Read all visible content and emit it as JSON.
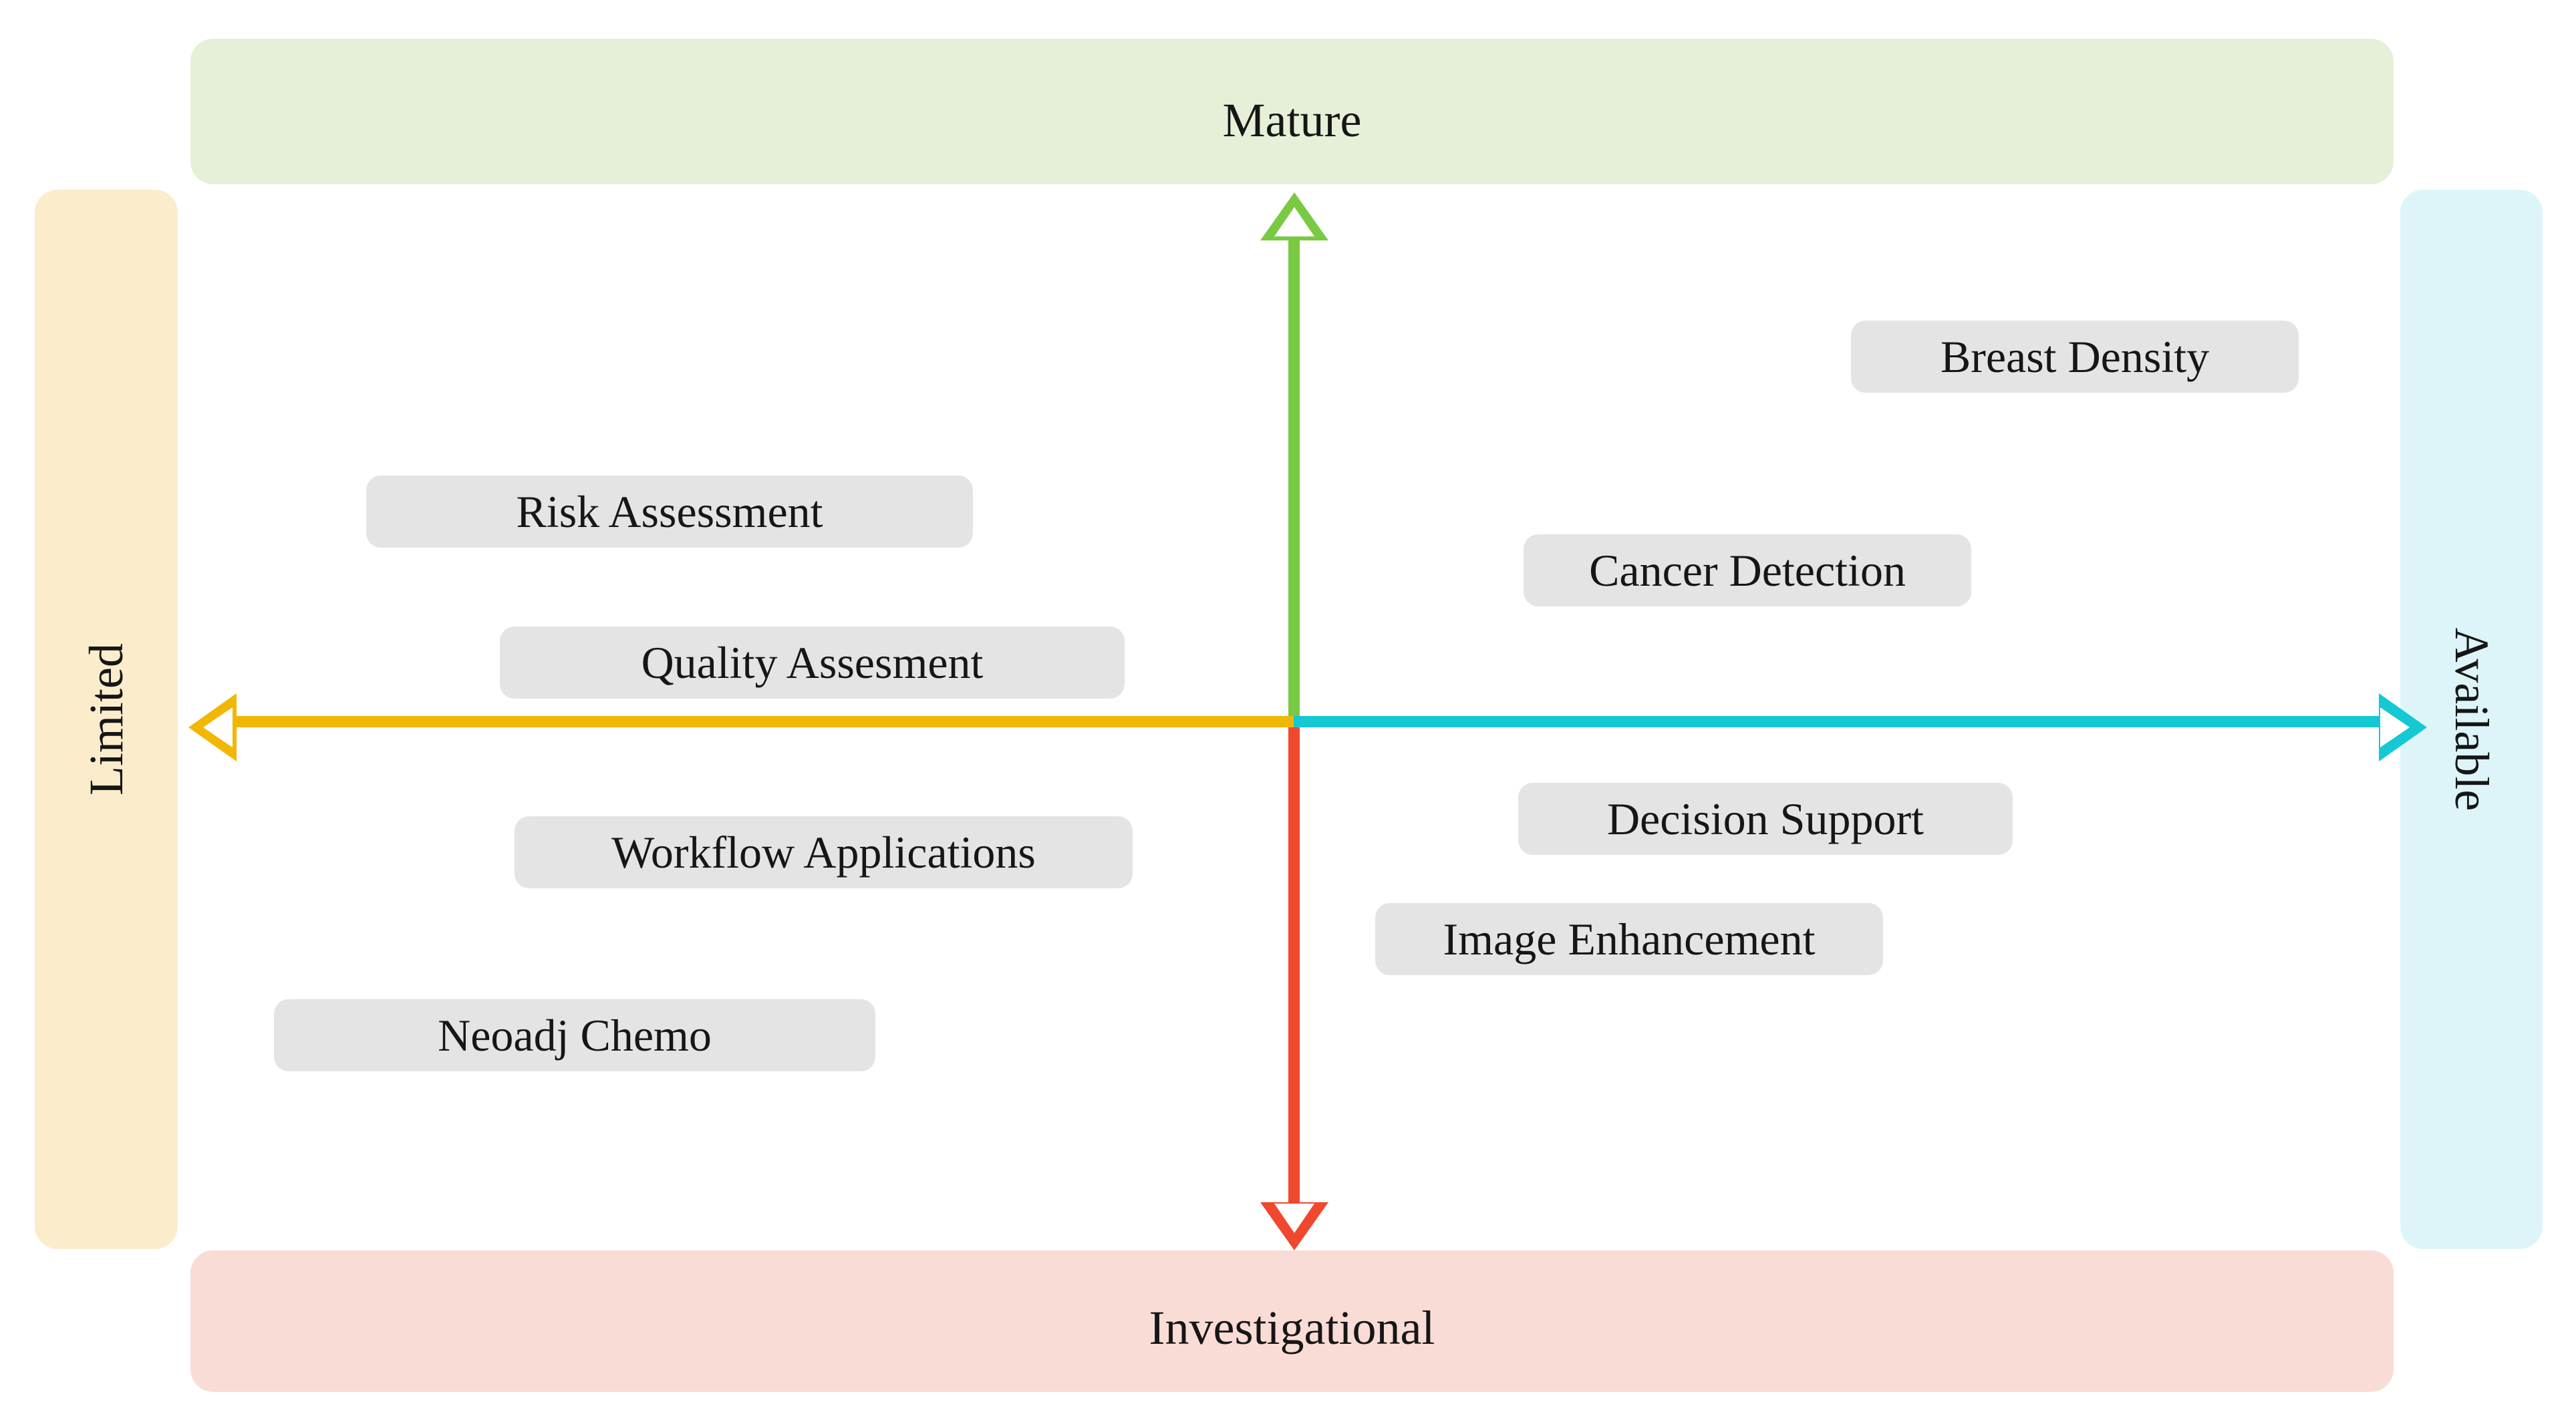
{
  "diagram": {
    "type": "quadrant-matrix",
    "axes": {
      "vertical": {
        "top_label": "Mature",
        "bottom_label": "Investigational",
        "up_arrow_color": "#7ac943",
        "down_arrow_color": "#f0482f"
      },
      "horizontal": {
        "left_label": "Limited",
        "right_label": "Available",
        "left_arrow_color": "#f2b705",
        "right_arrow_color": "#14c8d4"
      }
    },
    "bands": {
      "top": {
        "label": "Mature",
        "color": "#e6f0d8"
      },
      "bottom": {
        "label": "Investigational",
        "color": "#fadcd6"
      },
      "left": {
        "label": "Limited",
        "color": "#fbeccc"
      },
      "right": {
        "label": "Available",
        "color": "#ddf5f8"
      }
    },
    "items": [
      {
        "label": "Risk Assessment",
        "quadrant": "upper-left"
      },
      {
        "label": "Quality Assesment",
        "quadrant": "upper-left"
      },
      {
        "label": "Workflow Applications",
        "quadrant": "lower-left"
      },
      {
        "label": "Neoadj Chemo",
        "quadrant": "lower-left"
      },
      {
        "label": "Breast Density",
        "quadrant": "upper-right"
      },
      {
        "label": "Cancer Detection",
        "quadrant": "upper-right"
      },
      {
        "label": "Decision Support",
        "quadrant": "lower-right"
      },
      {
        "label": "Image Enhancement",
        "quadrant": "lower-right"
      }
    ],
    "chip_color": "#e4e4e4"
  }
}
